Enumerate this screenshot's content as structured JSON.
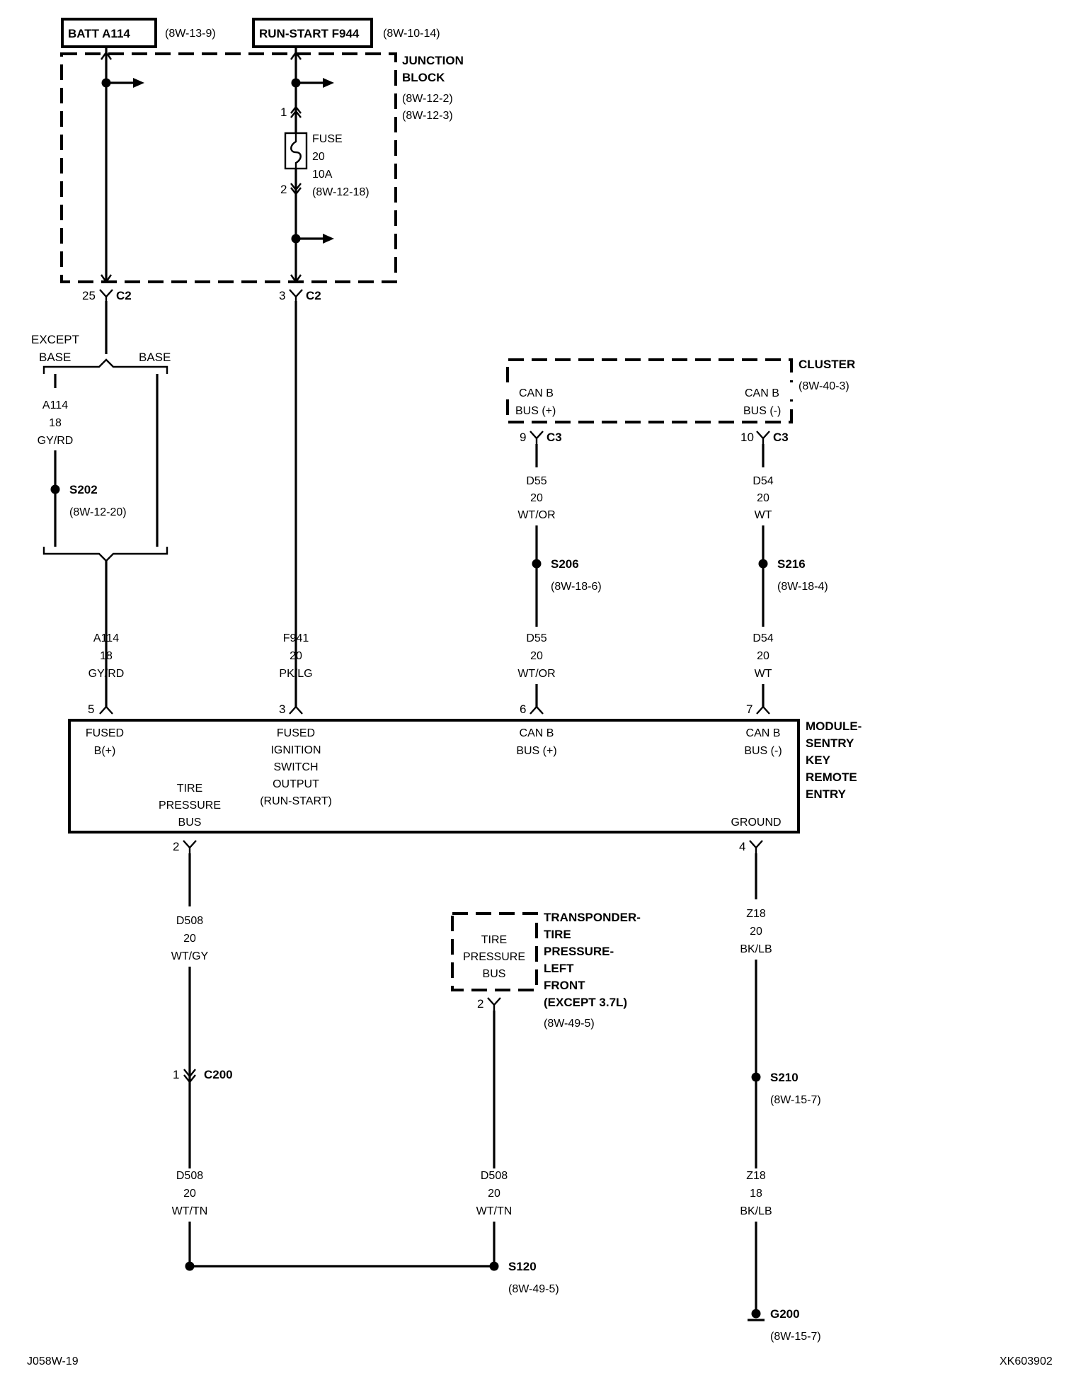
{
  "sources": {
    "batt": {
      "label": "BATT A114",
      "ref": "(8W-13-9)"
    },
    "run_start": {
      "label": "RUN-START F944",
      "ref": "(8W-10-14)"
    }
  },
  "junction_block": {
    "title1": "JUNCTION",
    "title2": "BLOCK",
    "ref1": "(8W-12-2)",
    "ref2": "(8W-12-3)"
  },
  "fuse": {
    "name": "FUSE",
    "number": "20",
    "rating": "10A",
    "ref": "(8W-12-18)",
    "pin_in": "1",
    "pin_out": "2"
  },
  "jb_connectors": {
    "batt_pin": "25",
    "batt_conn": "C2",
    "ign_pin": "3",
    "ign_conn": "C2"
  },
  "variants": {
    "except1": "EXCEPT",
    "except2": "BASE",
    "base": "BASE"
  },
  "wires": {
    "a114_upper": {
      "circuit": "A114",
      "gauge": "18",
      "color": "GY/RD"
    },
    "a114_lower": {
      "circuit": "A114",
      "gauge": "18",
      "color": "GY/RD"
    },
    "f941": {
      "circuit": "F941",
      "gauge": "20",
      "color": "PK/LG"
    },
    "d55_upper": {
      "circuit": "D55",
      "gauge": "20",
      "color": "WT/OR"
    },
    "d55_lower": {
      "circuit": "D55",
      "gauge": "20",
      "color": "WT/OR"
    },
    "d54_upper": {
      "circuit": "D54",
      "gauge": "20",
      "color": "WT"
    },
    "d54_lower": {
      "circuit": "D54",
      "gauge": "20",
      "color": "WT"
    },
    "d508_gy": {
      "circuit": "D508",
      "gauge": "20",
      "color": "WT/GY"
    },
    "d508_tn_left": {
      "circuit": "D508",
      "gauge": "20",
      "color": "WT/TN"
    },
    "d508_tn_right": {
      "circuit": "D508",
      "gauge": "20",
      "color": "WT/TN"
    },
    "z18_20": {
      "circuit": "Z18",
      "gauge": "20",
      "color": "BK/LB"
    },
    "z18_18": {
      "circuit": "Z18",
      "gauge": "18",
      "color": "BK/LB"
    }
  },
  "splices": {
    "s202": {
      "id": "S202",
      "ref": "(8W-12-20)"
    },
    "s206": {
      "id": "S206",
      "ref": "(8W-18-6)"
    },
    "s216": {
      "id": "S216",
      "ref": "(8W-18-4)"
    },
    "s210": {
      "id": "S210",
      "ref": "(8W-15-7)"
    },
    "s120": {
      "id": "S120",
      "ref": "(8W-49-5)"
    }
  },
  "ground": {
    "id": "G200",
    "ref": "(8W-15-7)"
  },
  "cluster": {
    "title": "CLUSTER",
    "ref": "(8W-40-3)",
    "pin_plus_l1": "CAN B",
    "pin_plus_l2": "BUS (+)",
    "pin_minus_l1": "CAN B",
    "pin_minus_l2": "BUS (-)",
    "c3_plus_pin": "9",
    "c3_minus_pin": "10",
    "conn": "C3"
  },
  "module": {
    "title": [
      "MODULE-",
      "SENTRY",
      "KEY",
      "REMOTE",
      "ENTRY"
    ],
    "fused_b1": "FUSED",
    "fused_b2": "B(+)",
    "ign": [
      "FUSED",
      "IGNITION",
      "SWITCH",
      "OUTPUT",
      "(RUN-START)"
    ],
    "canp1": "CAN B",
    "canp2": "BUS (+)",
    "canm1": "CAN B",
    "canm2": "BUS (-)",
    "tpb": [
      "TIRE",
      "PRESSURE",
      "BUS"
    ],
    "ground": "GROUND",
    "pins": {
      "fused_b": "5",
      "ign": "3",
      "canp": "6",
      "canm": "7",
      "tpb": "2",
      "gnd": "4"
    }
  },
  "c200": {
    "pin": "1",
    "conn": "C200"
  },
  "transponder": {
    "inner": [
      "TIRE",
      "PRESSURE",
      "BUS"
    ],
    "title": [
      "TRANSPONDER-",
      "TIRE",
      "PRESSURE-",
      "LEFT",
      "FRONT",
      "(EXCEPT 3.7L)"
    ],
    "ref": "(8W-49-5)",
    "pin": "2"
  },
  "footer": {
    "left": "J058W-19",
    "right": "XK603902"
  }
}
